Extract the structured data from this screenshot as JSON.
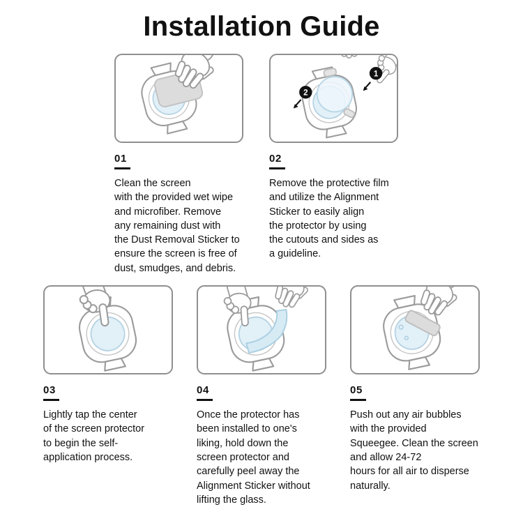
{
  "title": "Installation Guide",
  "steps": [
    {
      "number": "01",
      "text": "Clean the screen\nwith the provided wet wipe\nand microfiber. Remove\nany remaining dust with\nthe Dust Removal Sticker to\nensure the screen is free of\ndust, smudges, and debris."
    },
    {
      "number": "02",
      "markers": [
        "1",
        "2"
      ],
      "text": "Remove the protective film\nand utilize the Alignment\nSticker to easily align\nthe protector by using\nthe cutouts and sides as\na guideline."
    },
    {
      "number": "03",
      "text": "Lightly tap the center\nof the screen protector\nto begin the self-\napplication process."
    },
    {
      "number": "04",
      "text": "Once the protector has\nbeen installed to one's\nliking, hold down the\nscreen protector and\ncarefully peel away the\nAlignment Sticker without\nlifting the glass."
    },
    {
      "number": "05",
      "text": "Push out any air bubbles\nwith the provided\nSqueegee. Clean the screen\nand allow 24-72\nhours for all air to disperse\nnaturally."
    }
  ],
  "colors": {
    "panel_border": "#8f8f8f",
    "line_art": "#9b9b9b",
    "screen_tint": "#e2f0f8",
    "film_tint": "#d7ebf5",
    "wipe_gray": "#dcdcdc",
    "marker_bg": "#111111",
    "marker_text": "#ffffff",
    "text": "#111111"
  },
  "icons": [
    "watch-icon",
    "hand-flat-icon",
    "hand-point-icon",
    "wipe-icon",
    "film-icon",
    "squeegee-icon",
    "marker-badge",
    "arrow-icon"
  ]
}
